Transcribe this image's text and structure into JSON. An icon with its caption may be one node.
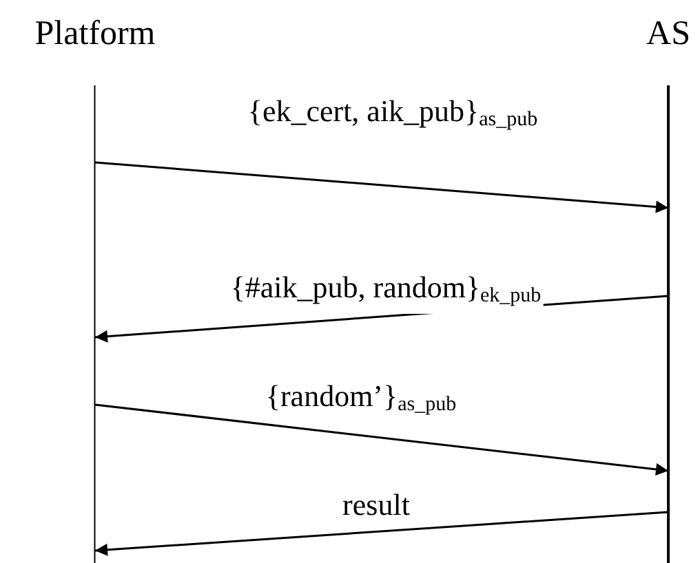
{
  "diagram": {
    "nodes": [
      {
        "text": [
          "Platform"
        ]
      },
      {
        "text": [
          "AS"
        ]
      }
    ],
    "edges": [
      {
        "from": 0,
        "to": 1,
        "arrow": "to",
        "label": "{ek_cert, aik_pub}$_{as_pub}$"
      },
      {
        "from": 1,
        "to": 0,
        "arrow": "to",
        "label": "{#aik_pub, random}$_{ek_pub}$"
      },
      {
        "from": 0,
        "to": 1,
        "arrow": "to",
        "label": "{random’}$_{as_pub}$"
      },
      {
        "from": 1,
        "to": 0,
        "arrow": "to",
        "label": "result"
      }
    ]
  }
}
